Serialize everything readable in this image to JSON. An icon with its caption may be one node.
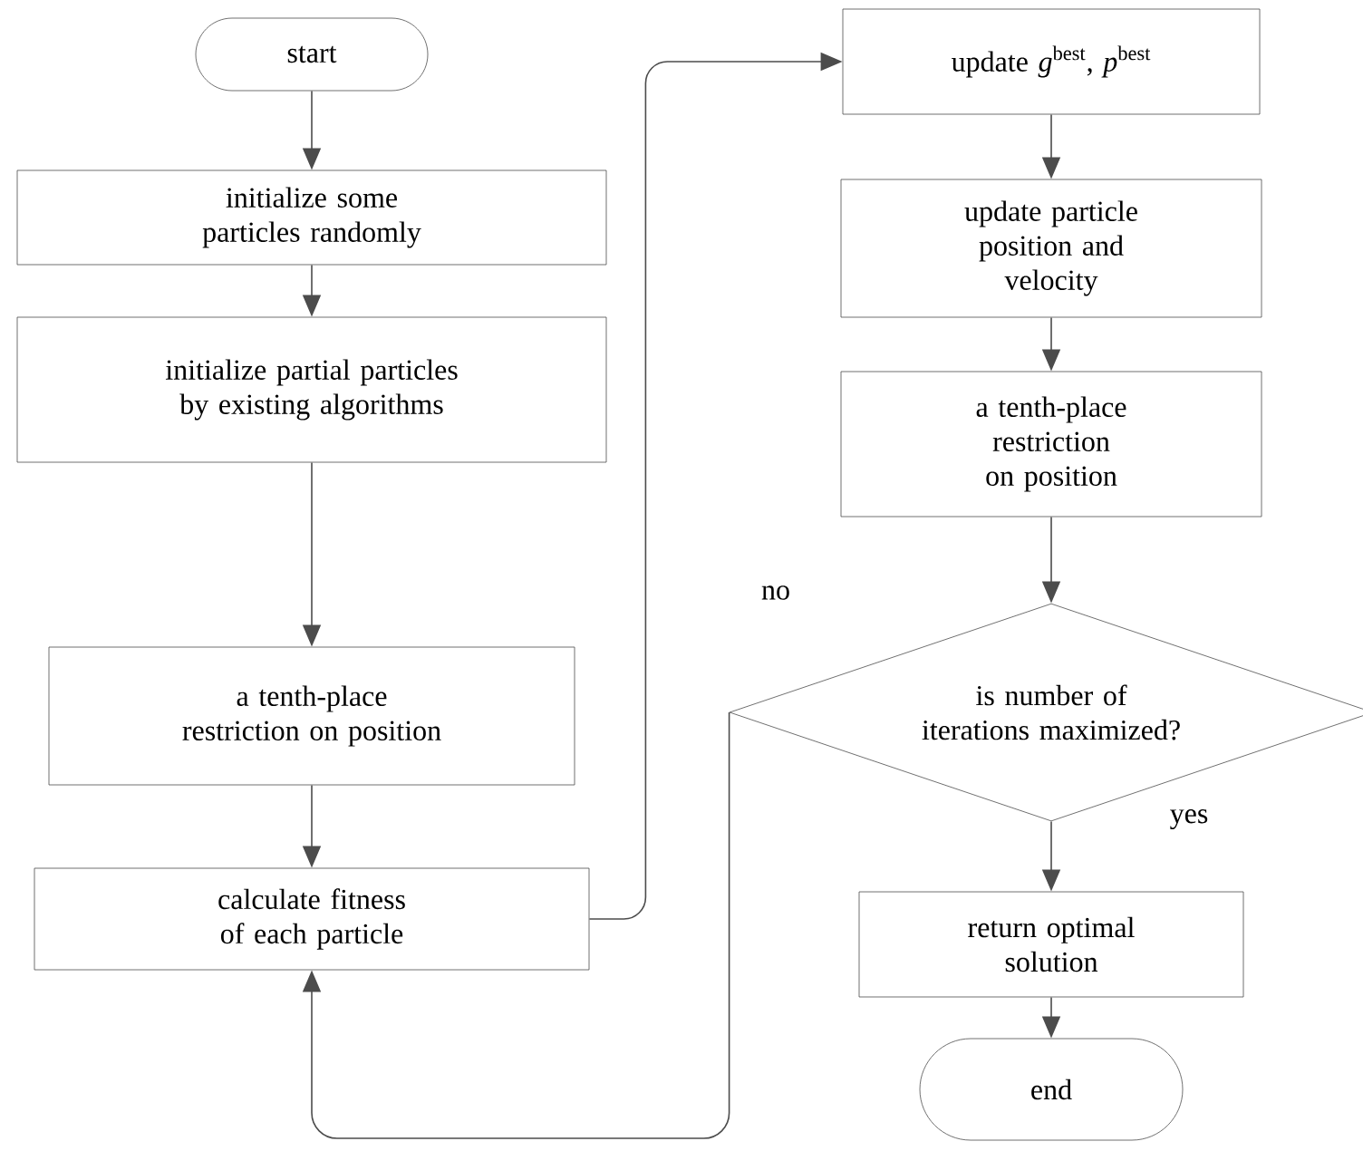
{
  "diagram": {
    "nodes": [
      {
        "text": [
          "start"
        ]
      },
      {
        "text": [
          "initialize some particles randomly"
        ]
      },
      {
        "text": [
          "initialize partial particles by existing algorithms"
        ]
      },
      {
        "text": [
          "a tenth-place restriction on position"
        ]
      },
      {
        "text": [
          "calculate fitness of each particle"
        ]
      },
      {
        "text": [
          "update *g*$^{best}$, *p*$^{best}$"
        ]
      },
      {
        "text": [
          "update particle position and velocity"
        ]
      },
      {
        "text": [
          "a tenth-place restriction on position"
        ]
      },
      {
        "text": [
          "is number of iterations maximized?"
        ]
      },
      {
        "text": [
          "return optimal solution"
        ]
      },
      {
        "text": [
          "end"
        ]
      }
    ],
    "edges": [
      {
        "from": 0,
        "to": 1,
        "arrow": "to"
      },
      {
        "from": 1,
        "to": 2,
        "arrow": "to"
      },
      {
        "from": 2,
        "to": 3,
        "arrow": "to"
      },
      {
        "from": 3,
        "to": 4,
        "arrow": "to"
      },
      {
        "from": 4,
        "to": 5,
        "arrow": "to"
      },
      {
        "from": 5,
        "to": 6,
        "arrow": "to"
      },
      {
        "from": 6,
        "to": 7,
        "arrow": "to"
      },
      {
        "from": 7,
        "to": 8,
        "arrow": "to"
      },
      {
        "from": 8,
        "to": 9,
        "arrow": "to",
        "label": "yes"
      },
      {
        "from": 9,
        "to": 10,
        "arrow": "to"
      },
      {
        "from": 8,
        "to": 4,
        "arrow": "to",
        "label": "no"
      }
    ]
  }
}
